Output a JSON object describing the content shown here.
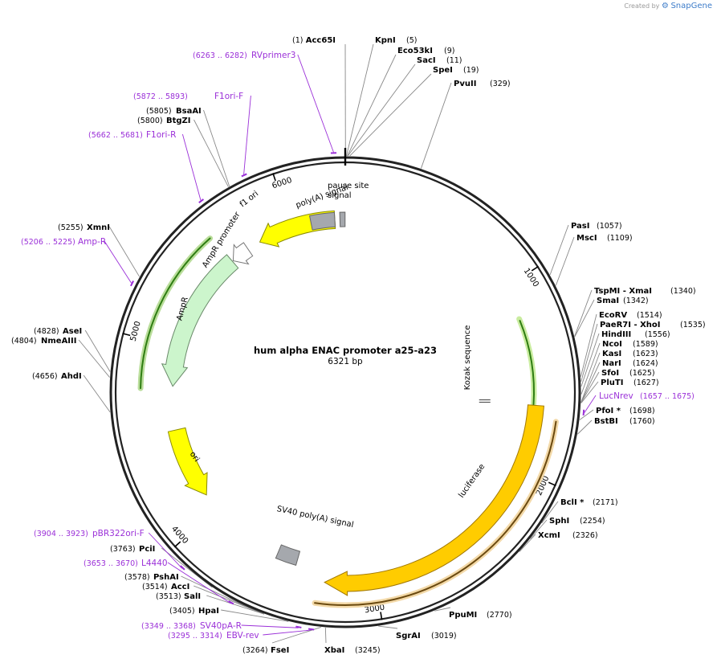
{
  "header": {
    "credit_prefix": "Created by",
    "credit_brand": "SnapGene"
  },
  "plasmid": {
    "name": "hum alpha ENAC promoter a25-a23",
    "size_label": "6321 bp",
    "length": 6321
  },
  "ticks": [
    {
      "bp": 1000,
      "label": "1000"
    },
    {
      "bp": 2000,
      "label": "2000"
    },
    {
      "bp": 3000,
      "label": "3000"
    },
    {
      "bp": 4000,
      "label": "4000"
    },
    {
      "bp": 5000,
      "label": "5000"
    },
    {
      "bp": 6000,
      "label": "6000"
    }
  ],
  "features": [
    {
      "name": "f1 ori",
      "start": 6260,
      "end": 5800,
      "color": "#ffff00",
      "show_label": true
    },
    {
      "name": "AmpR promoter",
      "start": 5720,
      "end": 5610,
      "color": "#ffffff",
      "show_label": true
    },
    {
      "name": "AmpR",
      "start": 5605,
      "end": 4775,
      "color": "#ccf5cc",
      "show_label": true
    },
    {
      "name": "ori",
      "start": 4520,
      "end": 4100,
      "color": "#ffff00",
      "show_label": true
    },
    {
      "name": "luciferase",
      "start": 1650,
      "end": 3270,
      "color": "#ffcc00",
      "show_label": true
    },
    {
      "name": "pause site signal",
      "start": 6260,
      "end": 6120,
      "color": "#a5a8ad",
      "show_label": true
    },
    {
      "name": "poly(A) signal",
      "start": 6320,
      "end": 6290,
      "color": "#a5a8ad",
      "show_label": true
    },
    {
      "name": "SV40 poly(A) signal",
      "start": 3560,
      "end": 3440,
      "color": "#a5a8ad",
      "show_label": true
    },
    {
      "name": "Kozak sequence",
      "start": 1635,
      "end": 1650,
      "color": "#888888",
      "show_label": true
    }
  ],
  "sites": [
    {
      "name": "Acc65I",
      "pos": "(1)",
      "bp": 1
    },
    {
      "name": "KpnI",
      "pos": "(5)",
      "bp": 5
    },
    {
      "name": "Eco53kI",
      "pos": "(9)",
      "bp": 9
    },
    {
      "name": "SacI",
      "pos": "(11)",
      "bp": 11
    },
    {
      "name": "SpeI",
      "pos": "(19)",
      "bp": 19
    },
    {
      "name": "PvuII",
      "pos": "(329)",
      "bp": 329
    },
    {
      "name": "PasI",
      "pos": "(1057)",
      "bp": 1057
    },
    {
      "name": "MscI",
      "pos": "(1109)",
      "bp": 1109
    },
    {
      "name": "TspMI - XmaI",
      "pos": "(1340)",
      "bp": 1340
    },
    {
      "name": "SmaI",
      "pos": "(1342)",
      "bp": 1342
    },
    {
      "name": "EcoRV",
      "pos": "(1514)",
      "bp": 1514
    },
    {
      "name": "PaeR7I - XhoI",
      "pos": "(1535)",
      "bp": 1535
    },
    {
      "name": "HindIII",
      "pos": "(1556)",
      "bp": 1556
    },
    {
      "name": "NcoI",
      "pos": "(1589)",
      "bp": 1589
    },
    {
      "name": "KasI",
      "pos": "(1623)",
      "bp": 1623
    },
    {
      "name": "NarI",
      "pos": "(1624)",
      "bp": 1624
    },
    {
      "name": "SfoI",
      "pos": "(1625)",
      "bp": 1625
    },
    {
      "name": "PluTI",
      "pos": "(1627)",
      "bp": 1627
    },
    {
      "name": "PfoI *",
      "pos": "(1698)",
      "bp": 1698
    },
    {
      "name": "BstBI",
      "pos": "(1760)",
      "bp": 1760
    },
    {
      "name": "BclI *",
      "pos": "(2171)",
      "bp": 2171
    },
    {
      "name": "SphI",
      "pos": "(2254)",
      "bp": 2254
    },
    {
      "name": "XcmI",
      "pos": "(2326)",
      "bp": 2326
    },
    {
      "name": "PpuMI",
      "pos": "(2770)",
      "bp": 2770
    },
    {
      "name": "SgrAI",
      "pos": "(3019)",
      "bp": 3019
    },
    {
      "name": "XbaI",
      "pos": "(3245)",
      "bp": 3245
    },
    {
      "name": "FseI",
      "pos": "(3264)",
      "bp": 3264
    },
    {
      "name": "HpaI",
      "pos": "(3405)",
      "bp": 3405
    },
    {
      "name": "SalI",
      "pos": "(3513)",
      "bp": 3513
    },
    {
      "name": "AccI",
      "pos": "(3514)",
      "bp": 3514
    },
    {
      "name": "PshAI",
      "pos": "(3578)",
      "bp": 3578
    },
    {
      "name": "PciI",
      "pos": "(3763)",
      "bp": 3763
    },
    {
      "name": "AhdI",
      "pos": "(4656)",
      "bp": 4656
    },
    {
      "name": "NmeAIII",
      "pos": "(4804)",
      "bp": 4804
    },
    {
      "name": "AseI",
      "pos": "(4828)",
      "bp": 4828
    },
    {
      "name": "XmnI",
      "pos": "(5255)",
      "bp": 5255
    },
    {
      "name": "BtgZI",
      "pos": "(5800)",
      "bp": 5800
    },
    {
      "name": "BsaAI",
      "pos": "(5805)",
      "bp": 5805
    }
  ],
  "primers": [
    {
      "name": "RVprimer3",
      "range": "(6263 .. 6282)",
      "bp": 6272
    },
    {
      "name": "F1ori-F",
      "range": "(5872 .. 5893)",
      "bp": 5882
    },
    {
      "name": "F1ori-R",
      "range": "(5662 .. 5681)",
      "bp": 5671
    },
    {
      "name": "Amp-R",
      "range": "(5206 .. 5225)",
      "bp": 5215
    },
    {
      "name": "LucNrev",
      "range": "(1657 .. 1675)",
      "bp": 1666
    },
    {
      "name": "pBR322ori-F",
      "range": "(3904 .. 3923)",
      "bp": 3913
    },
    {
      "name": "L4440",
      "range": "(3653 .. 3670)",
      "bp": 3661
    },
    {
      "name": "SV40pA-R",
      "range": "(3349 .. 3368)",
      "bp": 3358
    },
    {
      "name": "EBV-rev",
      "range": "(3295 .. 3314)",
      "bp": 3304
    }
  ]
}
